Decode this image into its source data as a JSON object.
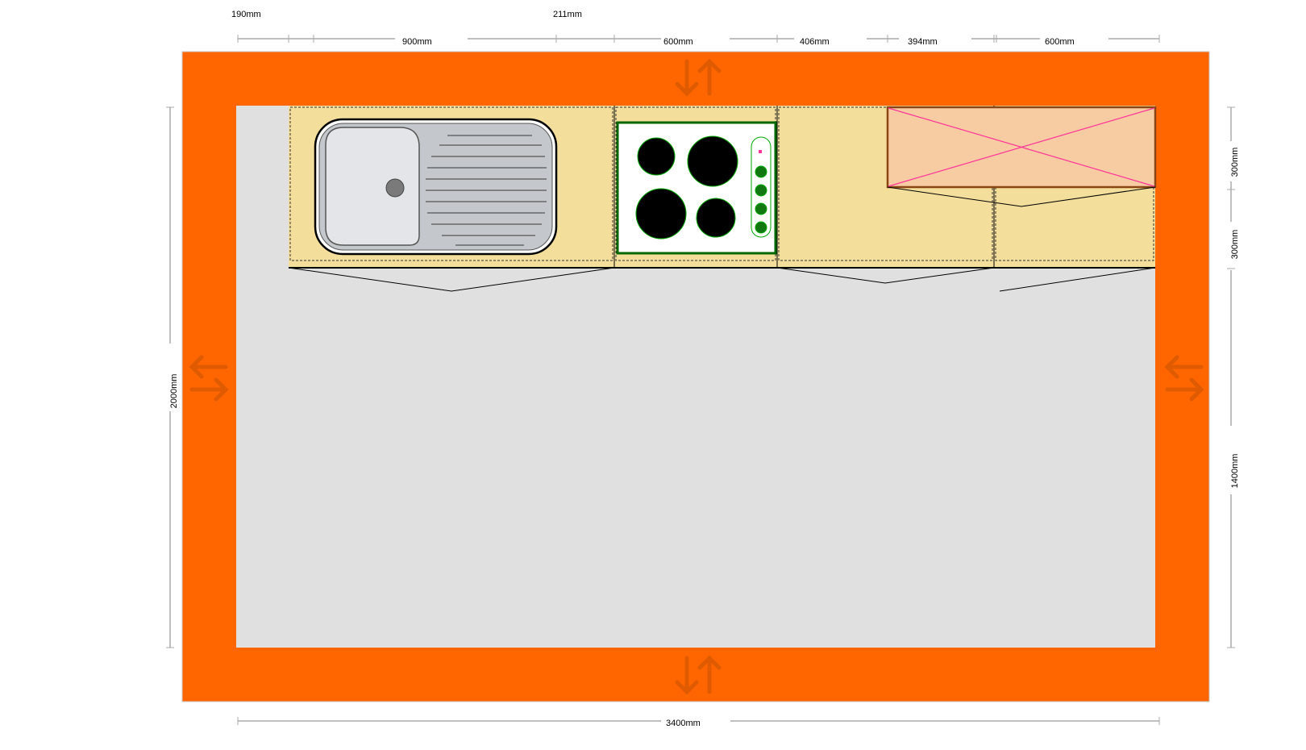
{
  "dimensions": {
    "top_row1": [
      "190mm",
      "211mm"
    ],
    "top_row2": [
      "900mm",
      "600mm",
      "406mm",
      "394mm",
      "600mm"
    ],
    "bottom": "3400mm",
    "left": "2000mm",
    "right": [
      "300mm",
      "300mm",
      "1400mm"
    ]
  },
  "colors": {
    "wall": "#ff6600",
    "floor": "#e0e0e0",
    "counter": "#f3df9b",
    "tall_unit": "#f8cca3",
    "tall_unit_cross": "#ff3399",
    "hob_outline": "#00aa00",
    "dim_line": "#aaaaaa"
  },
  "icons": [
    "wall-arrow-icon",
    "sink-icon",
    "hob-icon",
    "tall-unit-cross-icon"
  ]
}
